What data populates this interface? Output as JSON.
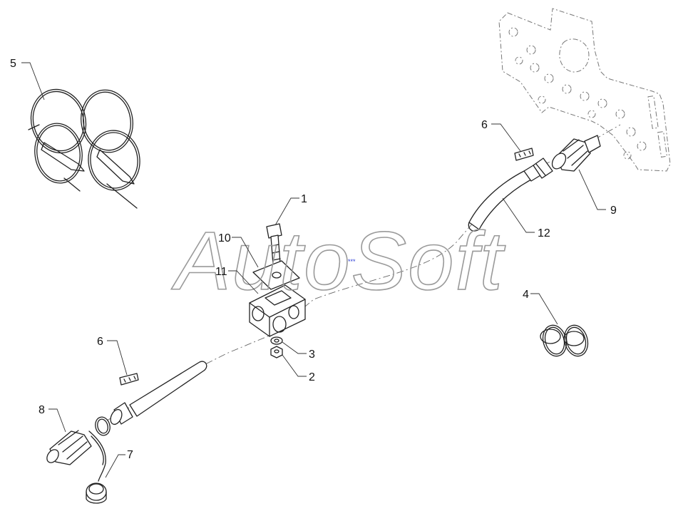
{
  "callouts": {
    "c1": "1",
    "c2": "2",
    "c3": "3",
    "c4": "4",
    "c5": "5",
    "c6a": "6",
    "c6b": "6",
    "c7": "7",
    "c8": "8",
    "c9": "9",
    "c10": "10",
    "c11": "11",
    "c12": "12"
  },
  "watermark": {
    "text": "AutoSoft",
    "small": "***"
  },
  "colors": {
    "line": "#222222",
    "watermark": "#9a9a9a",
    "ghost": "#777777"
  }
}
